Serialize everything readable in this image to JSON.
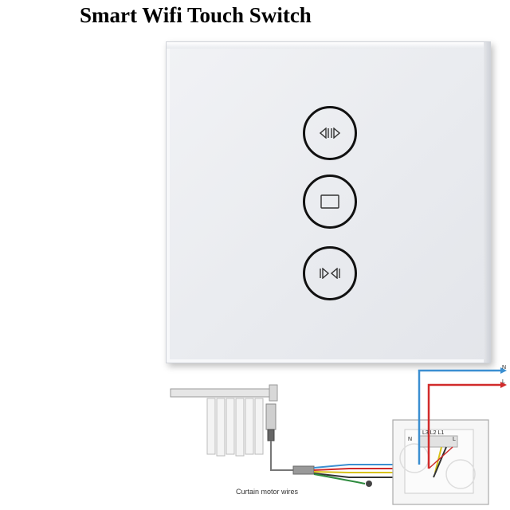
{
  "title": "Smart Wifi Touch Switch",
  "buttons": [
    {
      "name": "open-curtain-button",
      "icon": "open-curtain-icon"
    },
    {
      "name": "pause-button",
      "icon": "pause-square-icon"
    },
    {
      "name": "close-curtain-button",
      "icon": "close-curtain-icon"
    }
  ],
  "wiring": {
    "caption": "Curtain motor wires",
    "terminal_labels": "L3 L2 L1",
    "n_label": "N",
    "l_label": "L",
    "in_n": "N",
    "in_l": "L"
  },
  "colors": {
    "panel": "#eceef2",
    "button_ring": "#111111",
    "wire_live": "#d12b2b",
    "wire_neutral": "#3b8fd1",
    "wire_yellow": "#d8c21a",
    "wire_green": "#2e8b3e"
  }
}
